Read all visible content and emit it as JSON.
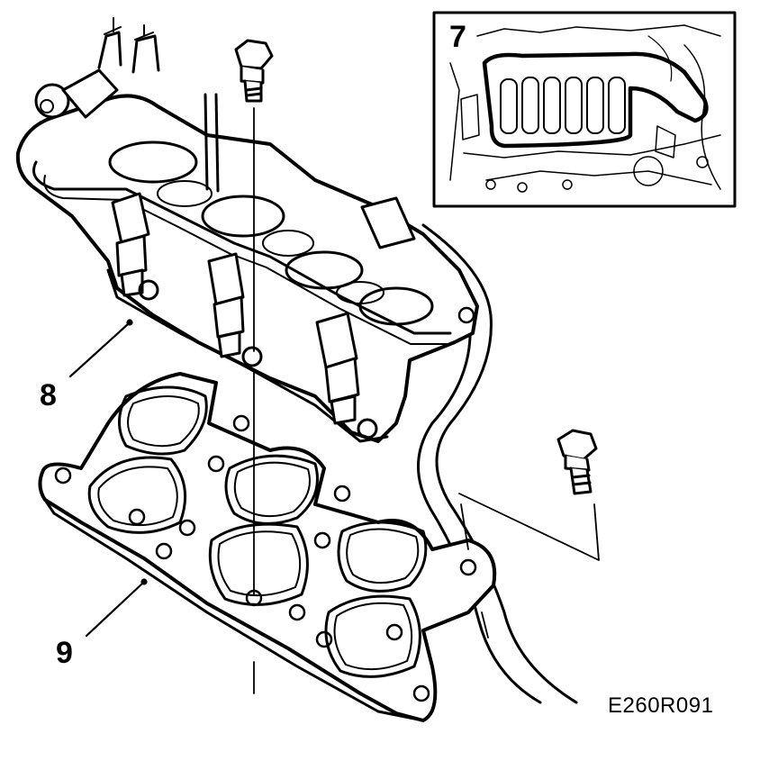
{
  "callouts": {
    "detail": "7",
    "upper_manifold": "8",
    "lower_manifold": "9"
  },
  "figure_code": "E260R091",
  "colors": {
    "ink": "#000000",
    "paper": "#ffffff"
  }
}
